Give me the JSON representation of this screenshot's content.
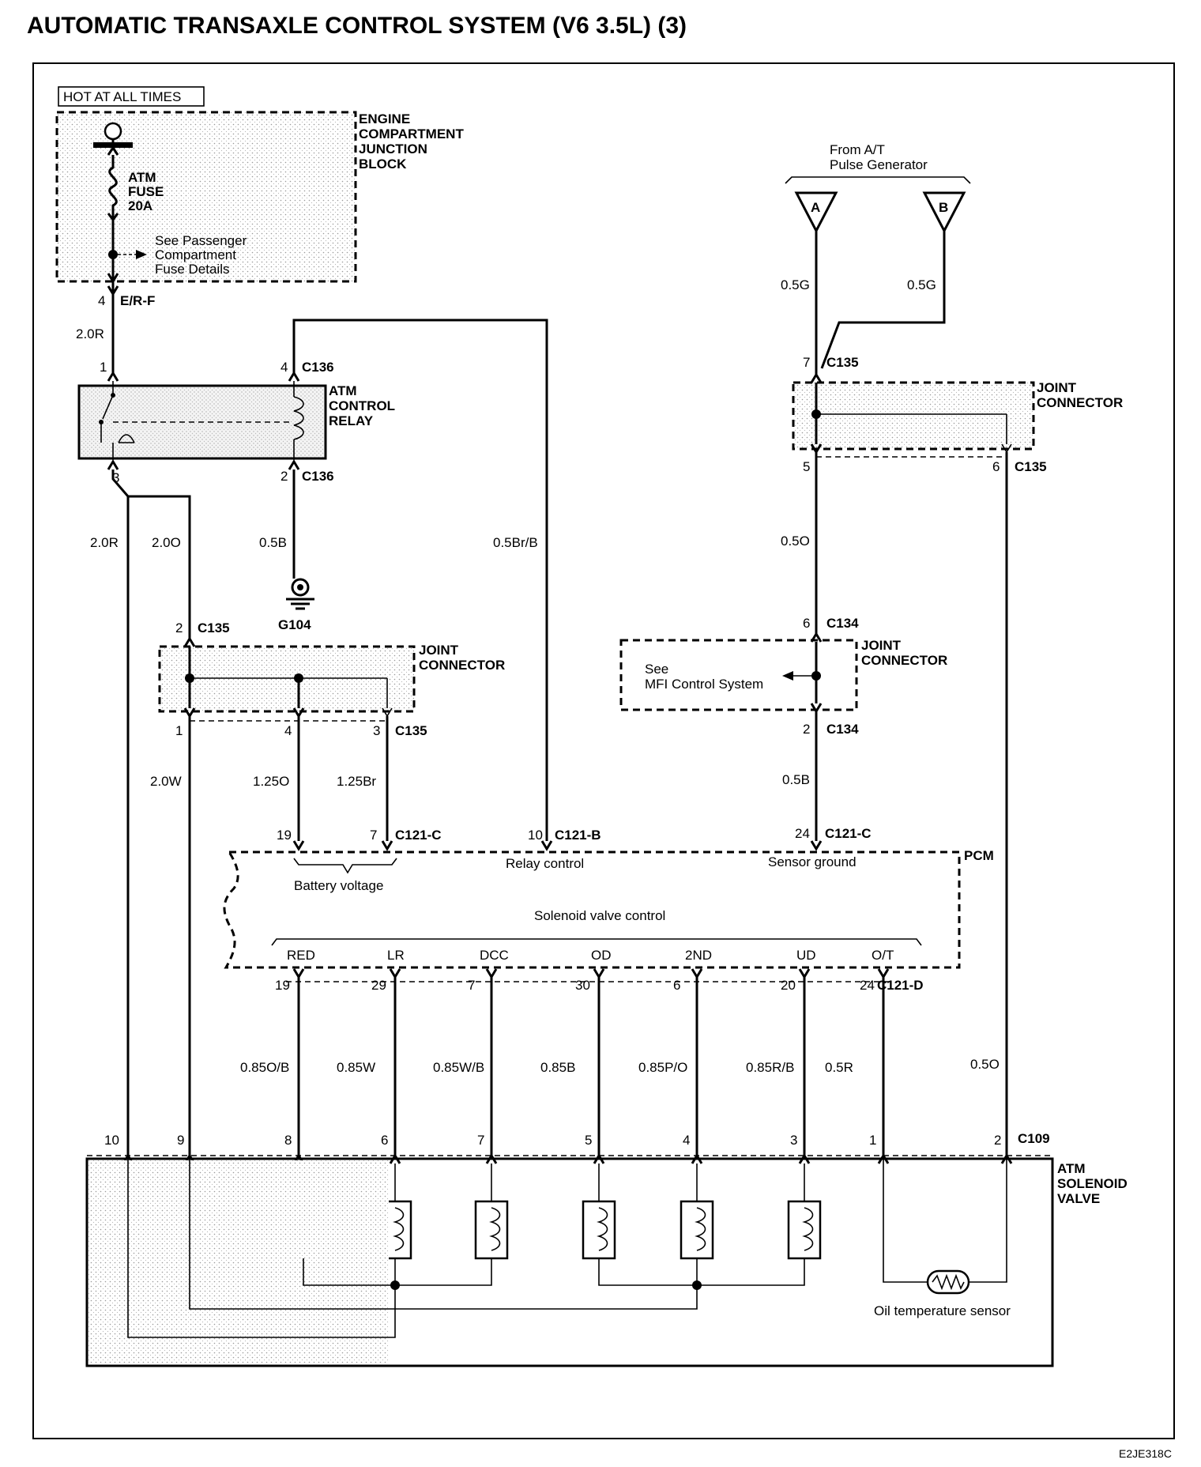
{
  "title": "AUTOMATIC TRANSAXLE CONTROL SYSTEM (V6 3.5L) (3)",
  "hot_at_all_times": "HOT AT ALL TIMES",
  "fuse_block": {
    "line1": "ENGINE",
    "line2": "COMPARTMENT",
    "line3": "JUNCTION",
    "line4": "BLOCK"
  },
  "fuse": {
    "line1": "ATM",
    "line2": "FUSE",
    "line3": "20A"
  },
  "passenger_note": {
    "line1": "See  Passenger",
    "line2": "Compartment",
    "line3": "Fuse Details"
  },
  "er_f": {
    "pin": "4",
    "name": "E/R-F"
  },
  "relay": {
    "line1": "ATM",
    "line2": "CONTROL",
    "line3": "RELAY"
  },
  "pulse_gen": {
    "line1": "From A/T",
    "line2": "Pulse Generator",
    "a": "A",
    "b": "B"
  },
  "joint_connector": {
    "line1": "JOINT",
    "line2": "CONNECTOR"
  },
  "mfi_note": {
    "line1": "See",
    "line2": "MFI Control System"
  },
  "ground": "G104",
  "pcm": {
    "name": "PCM",
    "relay_control": "Relay control",
    "sensor_ground": "Sensor ground",
    "battery_voltage": "Battery voltage",
    "solenoid_valve_control": "Solenoid valve control",
    "solenoid_names": [
      "RED",
      "LR",
      "DCC",
      "OD",
      "2ND",
      "UD",
      "O/T"
    ]
  },
  "atm_solenoid": {
    "line1": "ATM",
    "line2": "SOLENOID",
    "line3": "VALVE",
    "oil_temp": "Oil temperature sensor"
  },
  "connectors": {
    "c136": "C136",
    "c135": "C135",
    "c134": "C134",
    "c121c": "C121-C",
    "c121b": "C121-B",
    "c121d": "C121-D",
    "c109": "C109"
  },
  "pins": {
    "relay_1": "1",
    "relay_4": "4",
    "relay_3": "3",
    "relay_2": "2",
    "c135_7": "7",
    "c135_5": "5",
    "c135_6": "6",
    "c135_2": "2",
    "c135_1": "1",
    "c135_4": "4",
    "c135_3": "3",
    "c134_6": "6",
    "c134_2": "2",
    "c121c_19": "19",
    "c121c_7": "7",
    "c121b_10": "10",
    "c121c_24": "24",
    "c121d": [
      "19",
      "29",
      "7",
      "30",
      "6",
      "20",
      "24"
    ],
    "c109": [
      "10",
      "9",
      "8",
      "6",
      "7",
      "5",
      "4",
      "3",
      "1",
      "2"
    ]
  },
  "wires": {
    "w_20R_top": "2.0R",
    "w_20R": "2.0R",
    "w_20O": "2.0O",
    "w_05B_gnd": "0.5B",
    "w_05BrB": "0.5Br/B",
    "w_05G_a": "0.5G",
    "w_05G_b": "0.5G",
    "w_05O_top": "0.5O",
    "w_05B_pcm": "0.5B",
    "w_20W": "2.0W",
    "w_125O": "1.25O",
    "w_125Br": "1.25Br",
    "solenoid_wires": [
      "0.85O/B",
      "0.85W",
      "0.85W/B",
      "0.85B",
      "0.85P/O",
      "0.85R/B",
      "0.5R"
    ],
    "w_05O_right": "0.5O"
  },
  "diagram_code": "E2JE318C"
}
